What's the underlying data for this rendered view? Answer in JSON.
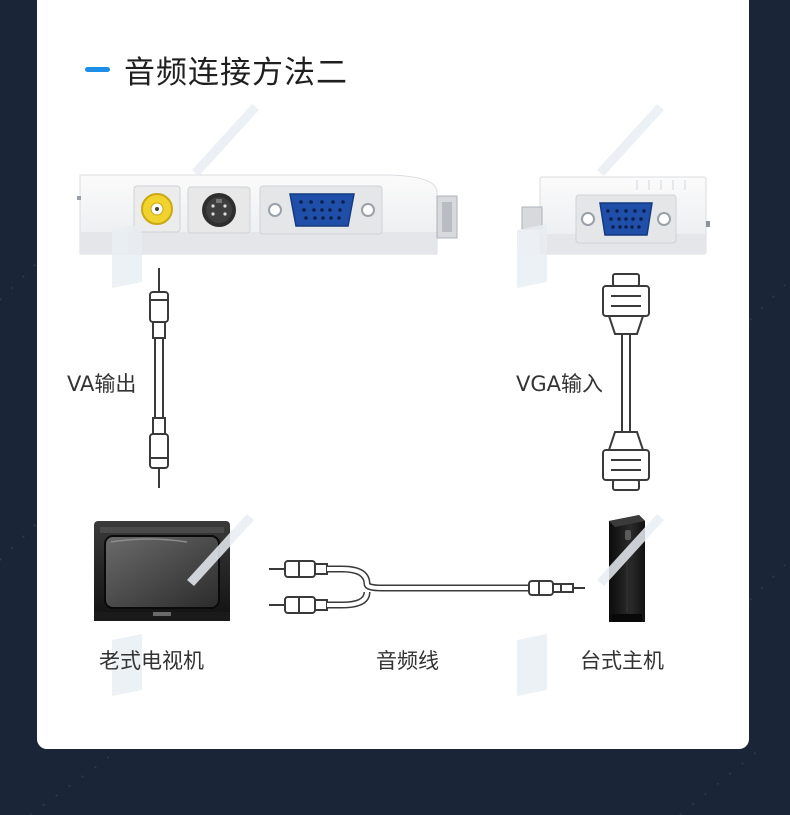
{
  "title": "音频连接方法二",
  "labels": {
    "va_output": "VA输出",
    "vga_input": "VGA输入",
    "old_tv": "老式电视机",
    "audio_cable": "音频线",
    "desktop_host": "台式主机"
  },
  "icons": {
    "adapter_left": "converter-box-with-av-svideo-vga-ports",
    "adapter_right": "converter-box-with-vga-port",
    "rca_cable": "rca-cable-icon",
    "vga_cable": "vga-cable-icon",
    "tv": "crt-television-icon",
    "audio_cable": "dual-rca-to-3-5mm-cable-icon",
    "pc": "tower-computer-icon"
  },
  "colors": {
    "accent": "#1e8fe6",
    "background": "#1b2538",
    "card": "#ffffff",
    "vga_blue": "#1f4fa8",
    "rca_yellow": "#f2d22c"
  }
}
